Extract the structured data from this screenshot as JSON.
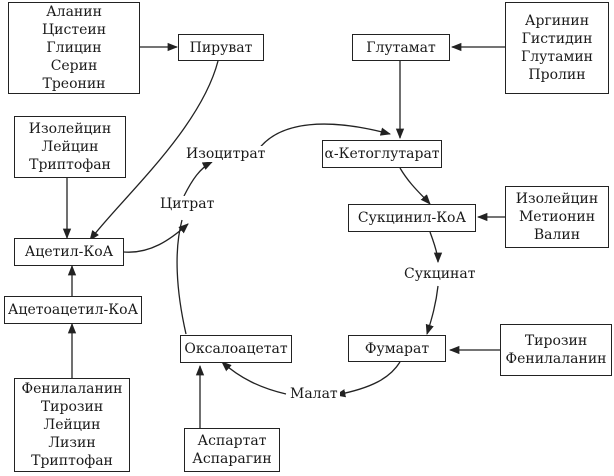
{
  "source_groups": {
    "pyruvate_sources": [
      "Аланин",
      "Цистеин",
      "Глицин",
      "Серин",
      "Треонин"
    ],
    "glutamate_sources": [
      "Аргинин",
      "Гистидин",
      "Глутамин",
      "Пролин"
    ],
    "acetylcoa_sources": [
      "Изолейцин",
      "Лейцин",
      "Триптофан"
    ],
    "succinylcoa_sources": [
      "Изолейцин",
      "Метионин",
      "Валин"
    ],
    "fumarate_sources": [
      "Тирозин",
      "Фенилаланин"
    ],
    "acetoacetylcoa_sources": [
      "Фенилаланин",
      "Тирозин",
      "Лейцин",
      "Лизин",
      "Триптофан"
    ],
    "oxaloacetate_sources": [
      "Аспартат",
      "Аспарагин"
    ]
  },
  "intermediates": {
    "pyruvate": "Пируват",
    "glutamate": "Глутамат",
    "alpha_ketoglutarate": "α-Кетоглутарат",
    "succinyl_coa": "Сукцинил-КоА",
    "fumarate": "Фумарат",
    "oxaloacetate": "Оксалоацетат",
    "acetyl_coa": "Ацетил-КоА",
    "acetoacetyl_coa": "Ацетоацетил-КоА"
  },
  "cycle_labels": {
    "isocitrate": "Изоцитрат",
    "citrate": "Цитрат",
    "succinate": "Сукцинат",
    "malate": "Малат"
  }
}
